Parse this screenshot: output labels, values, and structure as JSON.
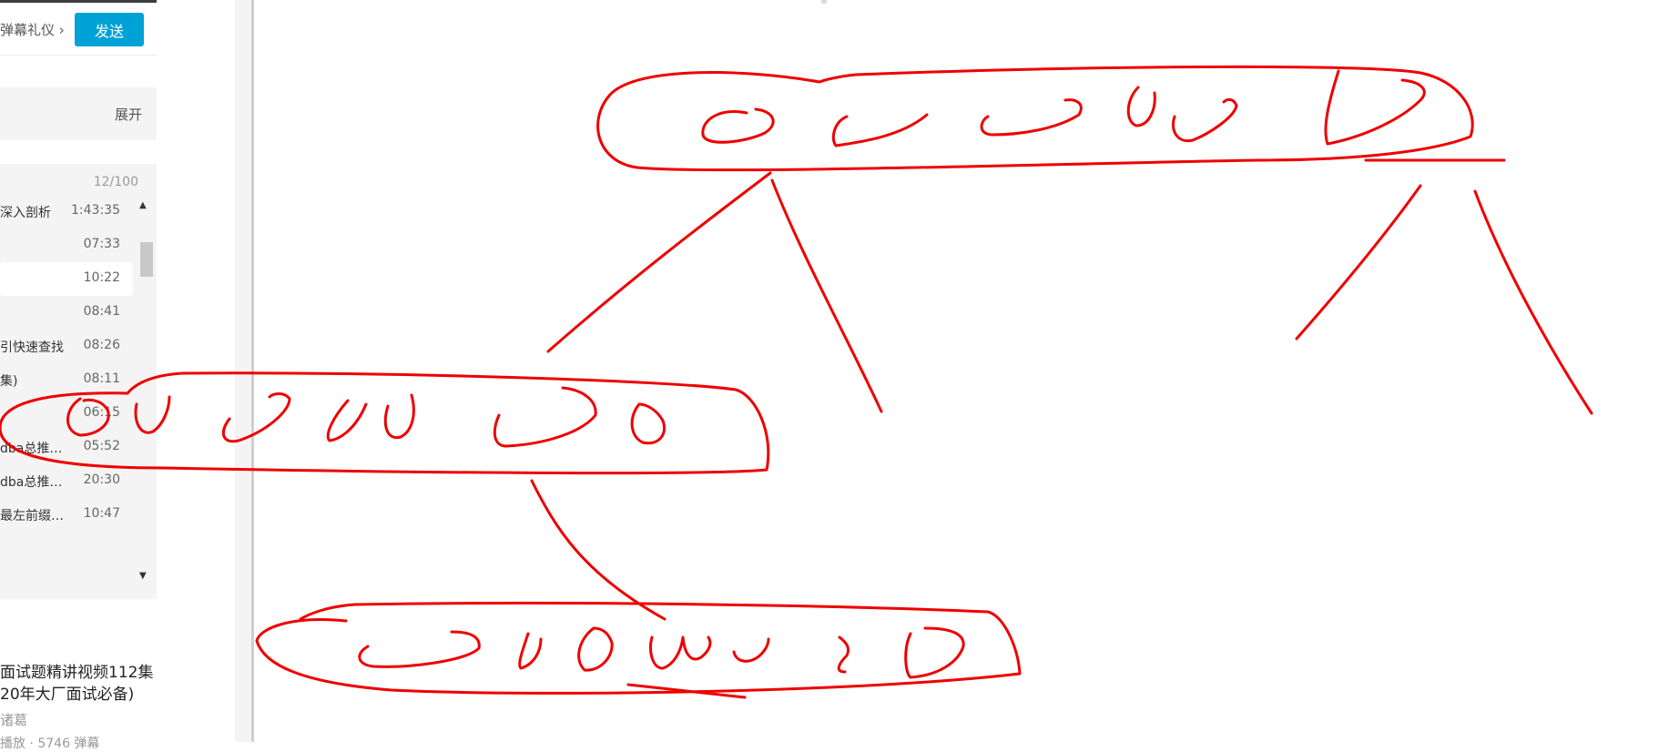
{
  "danmaku": {
    "etiquette_text": "弹幕礼仪",
    "chevron": "›",
    "send_label": "发送"
  },
  "expand": {
    "label": "展开"
  },
  "playlist": {
    "counter": "12/100",
    "items": [
      {
        "title": "深入剖析",
        "duration": "1:43:35"
      },
      {
        "title": "",
        "duration": "07:33"
      },
      {
        "title": "",
        "duration": "10:22"
      },
      {
        "title": "",
        "duration": "08:41"
      },
      {
        "title": "引快速查找",
        "duration": "08:26"
      },
      {
        "title": "集)",
        "duration": "08:11"
      },
      {
        "title": "",
        "duration": "06:15"
      },
      {
        "title": "dba总推荐…",
        "duration": "05:52"
      },
      {
        "title": "dba总推荐…",
        "duration": "20:30"
      },
      {
        "title": "最左前缀优…",
        "duration": "10:47"
      }
    ],
    "active_index": 2
  },
  "recommendation": {
    "title_line1": "面试题精讲视频112集",
    "title_line2": "20年大厂面试必备)",
    "uploader": "诸葛",
    "stats": "播放 · 5746 弹幕"
  },
  "icons": {
    "scroll_up": "triangle-up-icon",
    "scroll_down": "triangle-down-icon",
    "chevron": "chevron-right-icon"
  },
  "colors": {
    "accent": "#00a1d6",
    "ink": "#ee0000"
  }
}
